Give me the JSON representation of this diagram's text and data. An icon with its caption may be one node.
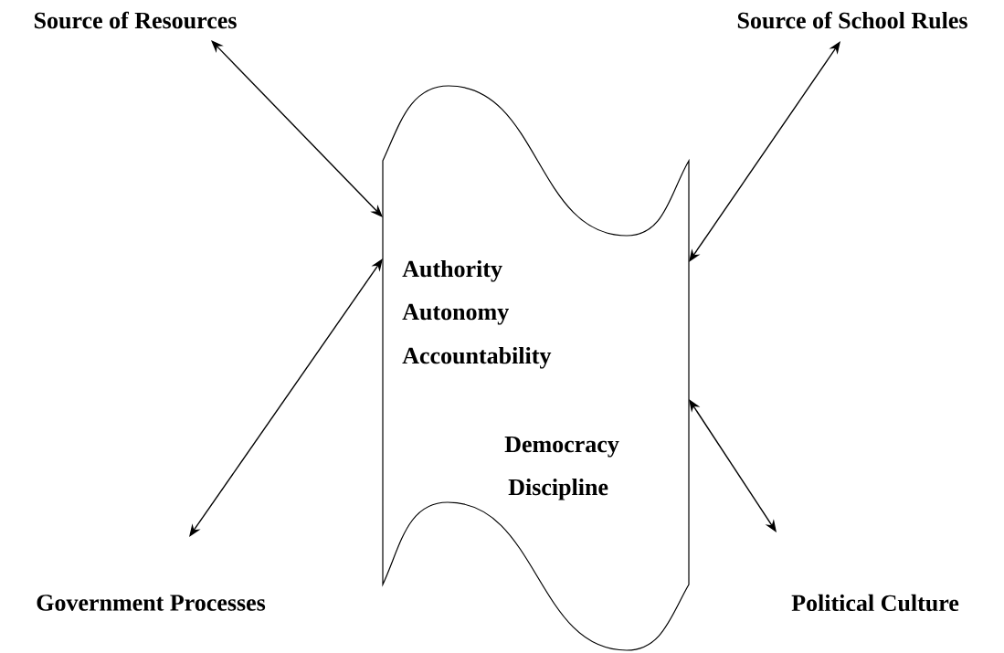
{
  "diagram": {
    "nodes": [
      {
        "text": [
          "Source of Resources"
        ]
      },
      {
        "text": [
          "Source of School Rules"
        ]
      },
      {
        "text": [
          "Authority",
          "Autonomy",
          "Accountability",
          "Democracy",
          "Discipline"
        ]
      },
      {
        "text": [
          "Government Processes"
        ]
      },
      {
        "text": [
          "Political Culture"
        ]
      }
    ],
    "edges": [
      {
        "from": 0,
        "to": 2,
        "arrow": "both"
      },
      {
        "from": 1,
        "to": 2,
        "arrow": "both"
      },
      {
        "from": 3,
        "to": 2,
        "arrow": "both"
      },
      {
        "from": 4,
        "to": 2,
        "arrow": "both"
      }
    ]
  }
}
